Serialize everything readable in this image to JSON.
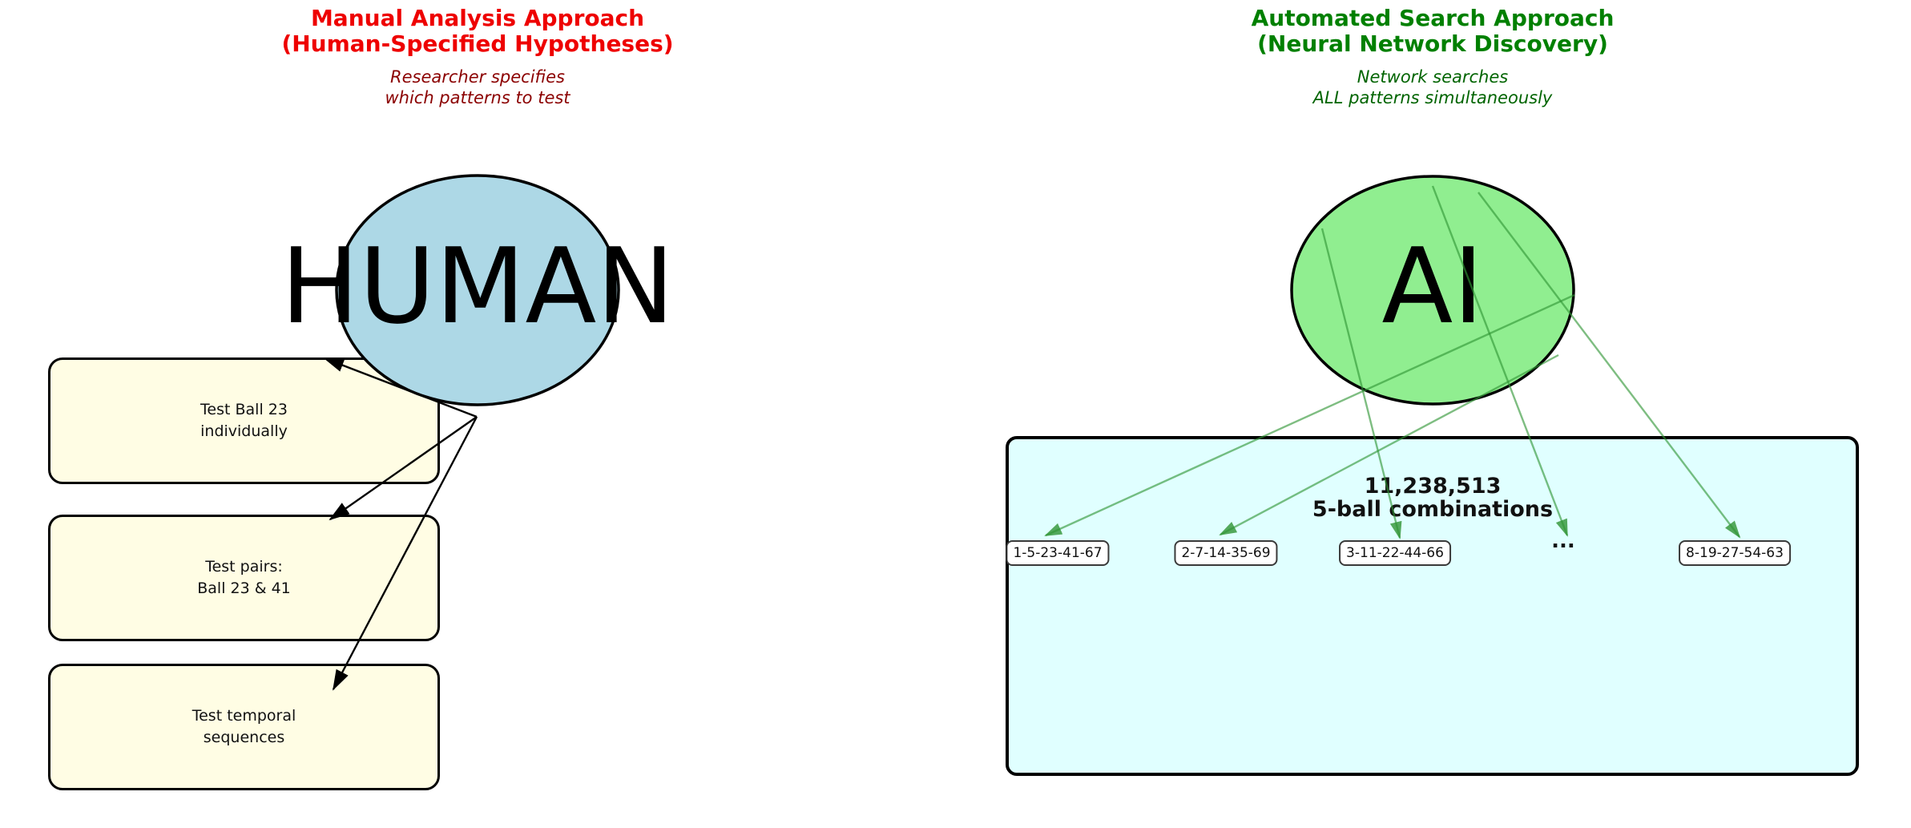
{
  "left_panel": {
    "title_line1": "Manual Analysis Approach",
    "title_line2": "(Human-Specified Hypotheses)",
    "subtitle_line1": "Researcher specifies",
    "subtitle_line2": "which patterns to test",
    "actor_label": "HUMAN",
    "hypothesis_boxes": [
      {
        "line1": "Test Ball 23",
        "line2": "individually"
      },
      {
        "line1": "Test pairs:",
        "line2": "Ball 23 & 41"
      },
      {
        "line1": "Test temporal",
        "line2": "sequences"
      }
    ]
  },
  "right_panel": {
    "title_line1": "Automated Search Approach",
    "title_line2": "(Neural Network Discovery)",
    "subtitle_line1": "Network searches",
    "subtitle_line2": "ALL patterns simultaneously",
    "actor_label": "AI",
    "search_space": {
      "count_line1": "11,238,513",
      "count_line2": "5-ball combinations",
      "combinations": [
        "1-5-23-41-67",
        "2-7-14-35-69",
        "3-11-22-44-66",
        "8-19-27-54-63"
      ],
      "ellipsis": "..."
    }
  },
  "colors": {
    "left-title": "#ee0000",
    "left-subtitle": "#8b0000",
    "right-title": "#008000",
    "right-subtitle": "#006400",
    "human-fill": "#add8e6",
    "ai-fill": "#90ee90",
    "hypothesis-fill": "#fffde4",
    "search-fill": "#e0ffff",
    "arrow-green": "#2f9433",
    "outline": "#000000"
  }
}
